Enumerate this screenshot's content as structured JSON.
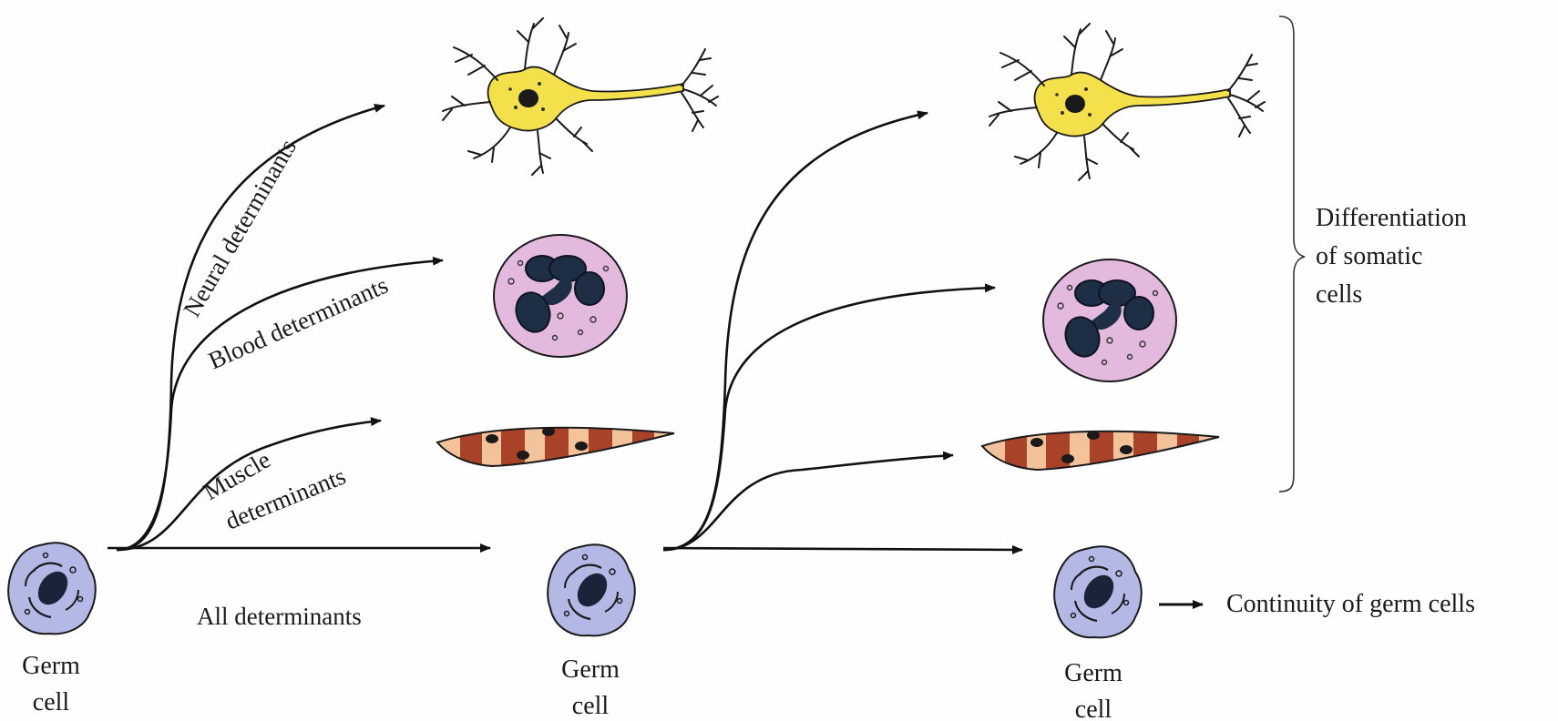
{
  "labels": {
    "neural": "Neural determinants",
    "blood": "Blood determinants",
    "muscle_line1": "Muscle",
    "muscle_line2": "determinants",
    "all": "All determinants",
    "germ_word": "Germ",
    "cell_word": "cell",
    "differentiation_line1": "Differentiation",
    "differentiation_line2": "of somatic",
    "differentiation_line3": "cells",
    "continuity": "Continuity of germ cells"
  },
  "colors": {
    "neuron_fill": "#f3e04a",
    "blood_cell_fill": "#e3b9de",
    "blood_nucleus": "#1e2f45",
    "muscle_light": "#f2c29a",
    "muscle_dark": "#a8432a",
    "germ_cell_fill": "#b3b9e4",
    "germ_nucleus": "#1a2438",
    "arrow": "#111111"
  }
}
